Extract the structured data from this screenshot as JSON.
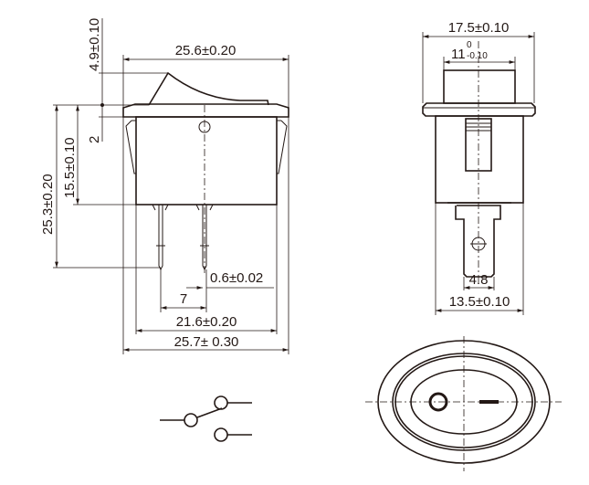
{
  "side_view": {
    "width_top": "25.6±0.20",
    "rocker_height": "4.9±0.10",
    "flange_thickness": "2",
    "body_height": "15.5±0.10",
    "total_height": "25.3±0.20",
    "pin_thickness": "0.6±0.02",
    "pin_pitch": "7",
    "body_width": "21.6±0.20",
    "total_width": "25.7± 0.30"
  },
  "front_view": {
    "flange_width": "17.5±0.10",
    "rocker_width": "11",
    "rocker_tol_upper": "0",
    "rocker_tol_lower": "-0.10",
    "terminal_width": "4.8",
    "body_width": "13.5±0.10"
  },
  "colors": {
    "line": "#231815",
    "background": "#ffffff"
  }
}
